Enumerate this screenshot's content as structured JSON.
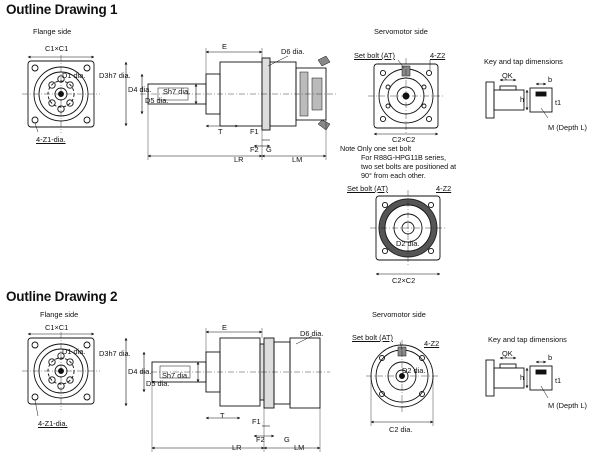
{
  "drawing1": {
    "title": "Outline Drawing 1",
    "flange_side": "Flange side",
    "c1": "C1×C1",
    "d1": "D1 dia.",
    "z1": "4-Z1-dia.",
    "d3": "D3h7 dia.",
    "d4": "D4 dia.",
    "d5": "D5 dia.",
    "sh": "Sh7 dia.",
    "e": "E",
    "d6": "D6 dia.",
    "t": "T",
    "f1": "F1",
    "f2": "F2",
    "g": "G",
    "lr": "LR",
    "lm": "LM",
    "servomotor_side": "Servomotor side",
    "set_bolt": "Set bolt (AT)",
    "z2": "4-Z2",
    "c2": "C2×C2",
    "note_line1": "Note Only one set bolt",
    "note_line2": "For R88G-HPG11B series,",
    "note_line3": "two set bolts are positioned at",
    "note_line4": "90° from each other.",
    "set_bolt_b": "Set bolt (AT)",
    "z2_b": "4-Z2",
    "d2_b": "D2 dia.",
    "c2_b": "C2×C2",
    "key_tap": "Key and tap dimensions",
    "qk": "QK",
    "b": "b",
    "h": "h",
    "t1": "t1",
    "m": "M (Depth L)"
  },
  "drawing2": {
    "title": "Outline Drawing 2",
    "flange_side": "Flange side",
    "c1": "C1×C1",
    "d1": "D1 dia.",
    "z1": "4-Z1-dia.",
    "d3": "D3h7 dia.",
    "d4": "D4 dia.",
    "d5": "D5 dia.",
    "sh": "Sh7 dia.",
    "e": "E",
    "d6": "D6 dia.",
    "t": "T",
    "f1": "F1",
    "f2": "F2",
    "g": "G",
    "lr": "LR",
    "lm": "LM",
    "servomotor_side": "Servomotor side",
    "set_bolt": "Set bolt (AT)",
    "z2": "4-Z2",
    "d2": "D2 dia.",
    "c2": "C2 dia.",
    "key_tap": "Key and tap dimensions",
    "qk": "QK",
    "b": "b",
    "h": "h",
    "t1": "t1",
    "m": "M (Depth L)"
  }
}
